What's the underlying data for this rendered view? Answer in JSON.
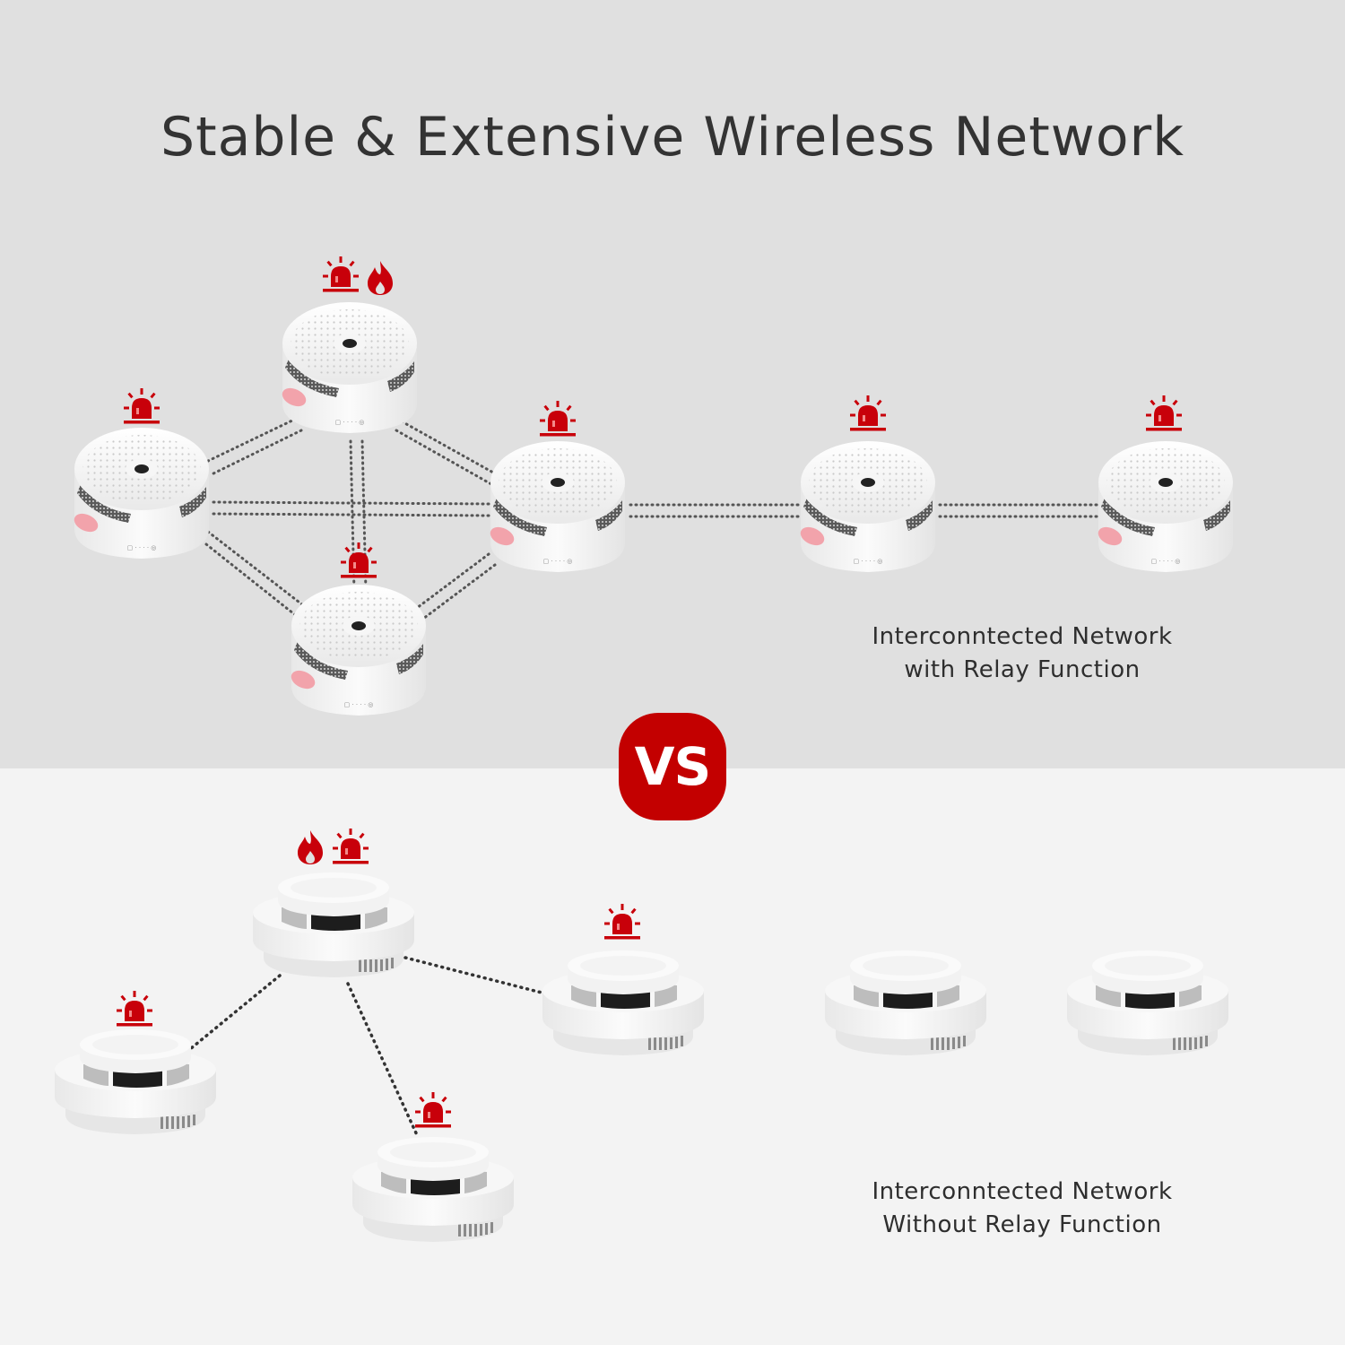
{
  "title": "Stable & Extensive Wireless Network",
  "colors": {
    "top_background": "#e0e0e0",
    "bottom_background": "#f3f3f3",
    "alarm_red": "#c8000a",
    "vs_badge": "#c30000",
    "text": "#333333",
    "dotted_line": "#555555"
  },
  "vs_badge": {
    "label": "VS"
  },
  "relay_network": {
    "caption_line1": "Interconntected Network",
    "caption_line2": "with Relay Function",
    "detectors": [
      {
        "id": "A",
        "icons": [
          "siren-icon",
          "fire-icon"
        ],
        "alarm": true,
        "source": true
      },
      {
        "id": "B",
        "icons": [
          "siren-icon"
        ],
        "alarm": true
      },
      {
        "id": "C",
        "icons": [
          "siren-icon"
        ],
        "alarm": true
      },
      {
        "id": "D",
        "icons": [
          "siren-icon"
        ],
        "alarm": true
      },
      {
        "id": "E",
        "icons": [
          "siren-icon"
        ],
        "alarm": true
      },
      {
        "id": "F",
        "icons": [
          "siren-icon"
        ],
        "alarm": true
      }
    ]
  },
  "no_relay_network": {
    "caption_line1": "Interconntected Network",
    "caption_line2": "Without Relay Function",
    "detectors": [
      {
        "id": "A",
        "icons": [
          "fire-icon",
          "siren-icon"
        ],
        "alarm": true,
        "source": true
      },
      {
        "id": "B",
        "icons": [
          "siren-icon"
        ],
        "alarm": true
      },
      {
        "id": "C",
        "icons": [
          "siren-icon"
        ],
        "alarm": true
      },
      {
        "id": "D",
        "icons": [
          "siren-icon"
        ],
        "alarm": true
      },
      {
        "id": "E",
        "icons": [],
        "alarm": false
      },
      {
        "id": "F",
        "icons": [],
        "alarm": false
      }
    ]
  }
}
